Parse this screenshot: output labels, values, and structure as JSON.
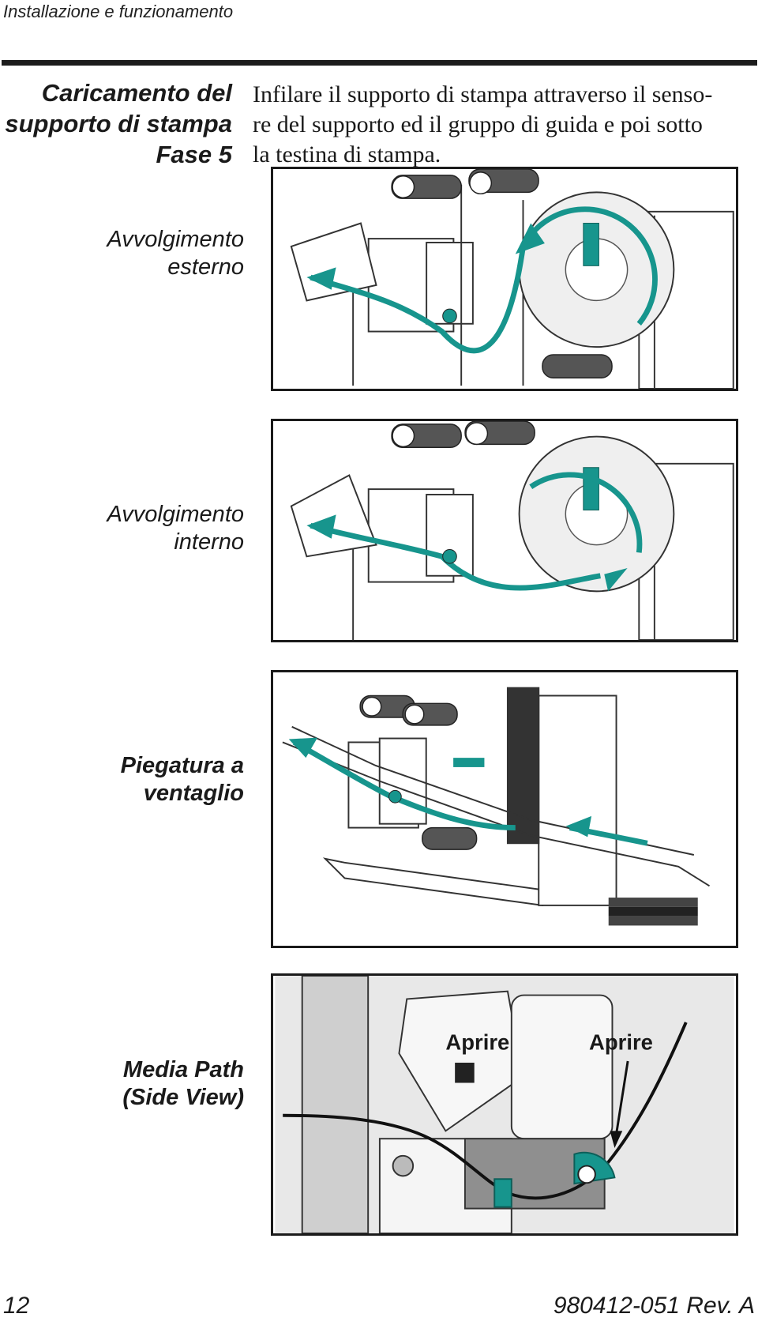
{
  "header": {
    "running_head": "Installazione e funzionamento"
  },
  "section": {
    "title_lines": [
      "Caricamento del",
      "supporto di stampa",
      "Fase 5"
    ],
    "intro_lines": [
      "Infilare il supporto di stampa attraverso il senso-",
      "re del supporto ed il gruppo di guida e poi sotto",
      "la testina di stampa."
    ]
  },
  "figures": [
    {
      "label_lines": [
        "Avvolgimento",
        "esterno"
      ]
    },
    {
      "label_lines": [
        "Avvolgimento",
        "interno"
      ]
    },
    {
      "label_lines": [
        "Piegatura a",
        "ventaglio"
      ]
    },
    {
      "label_lines": [
        "Media Path",
        "(Side View)"
      ],
      "callouts": [
        "Aprire",
        "Aprire"
      ]
    }
  ],
  "colors": {
    "accent_teal": "#17958d",
    "rule": "#1c1c1c"
  },
  "footer": {
    "page_number": "12",
    "document_id": "980412-051 Rev. A"
  }
}
